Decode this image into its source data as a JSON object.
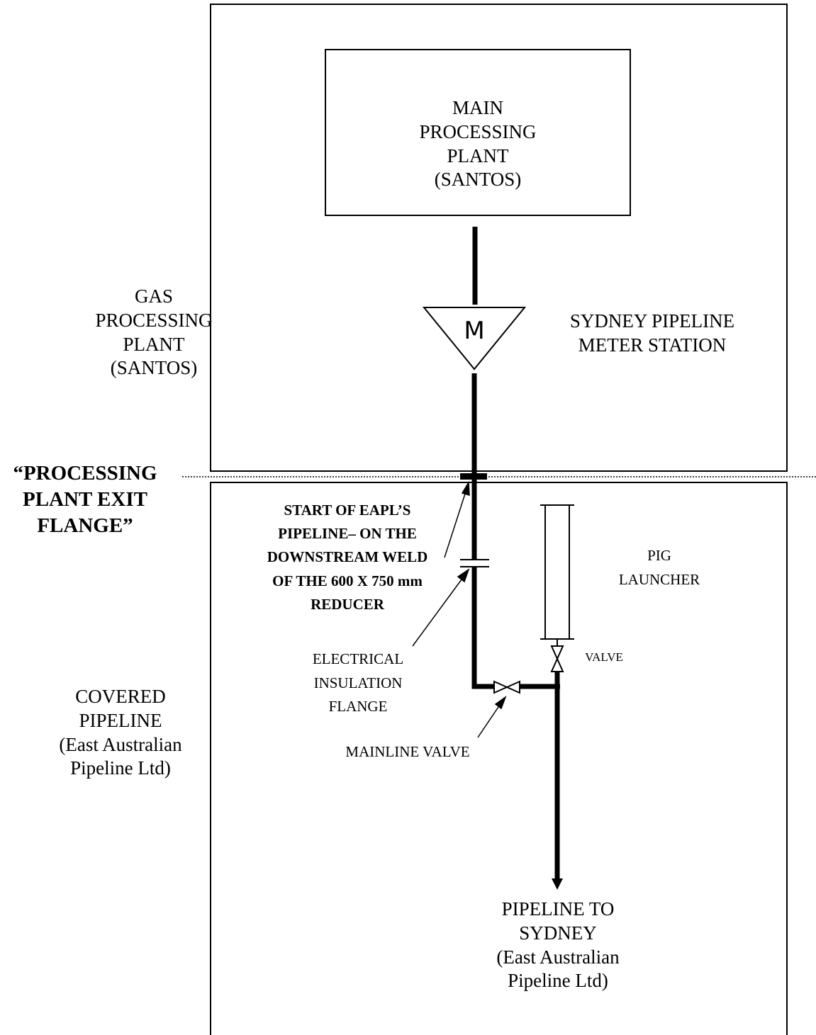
{
  "main_plant": {
    "lines": [
      "MAIN",
      "PROCESSING",
      "PLANT",
      "(SANTOS)"
    ]
  },
  "gas_plant": {
    "lines": [
      "GAS",
      "PROCESSING",
      "PLANT",
      "(SANTOS)"
    ]
  },
  "meter_station": {
    "lines": [
      "SYDNEY PIPELINE",
      "METER STATION"
    ]
  },
  "meter_symbol": {
    "letter": "M"
  },
  "exit_flange": {
    "lines": [
      "“PROCESSING",
      "PLANT EXIT",
      "FLANGE”"
    ]
  },
  "start_note": {
    "lines": [
      "START OF EAPL’S",
      "PIPELINE– ON THE",
      "DOWNSTREAM WELD",
      "OF THE 600 X 750 mm",
      "REDUCER"
    ]
  },
  "pig_launcher": {
    "lines": [
      "PIG",
      "LAUNCHER"
    ]
  },
  "valve": {
    "label": "VALVE"
  },
  "insulation_flange": {
    "lines": [
      "ELECTRICAL",
      "INSULATION",
      "FLANGE"
    ]
  },
  "mainline_valve": {
    "label": "MAINLINE VALVE"
  },
  "covered_pipeline": {
    "lines": [
      "COVERED",
      "PIPELINE",
      "(East Australian",
      "Pipeline Ltd)"
    ]
  },
  "pipeline_to_sydney": {
    "lines": [
      "PIPELINE TO",
      "SYDNEY",
      "(East Australian",
      "Pipeline Ltd)"
    ]
  },
  "colors": {
    "line": "#000000",
    "background": "#ffffff"
  }
}
